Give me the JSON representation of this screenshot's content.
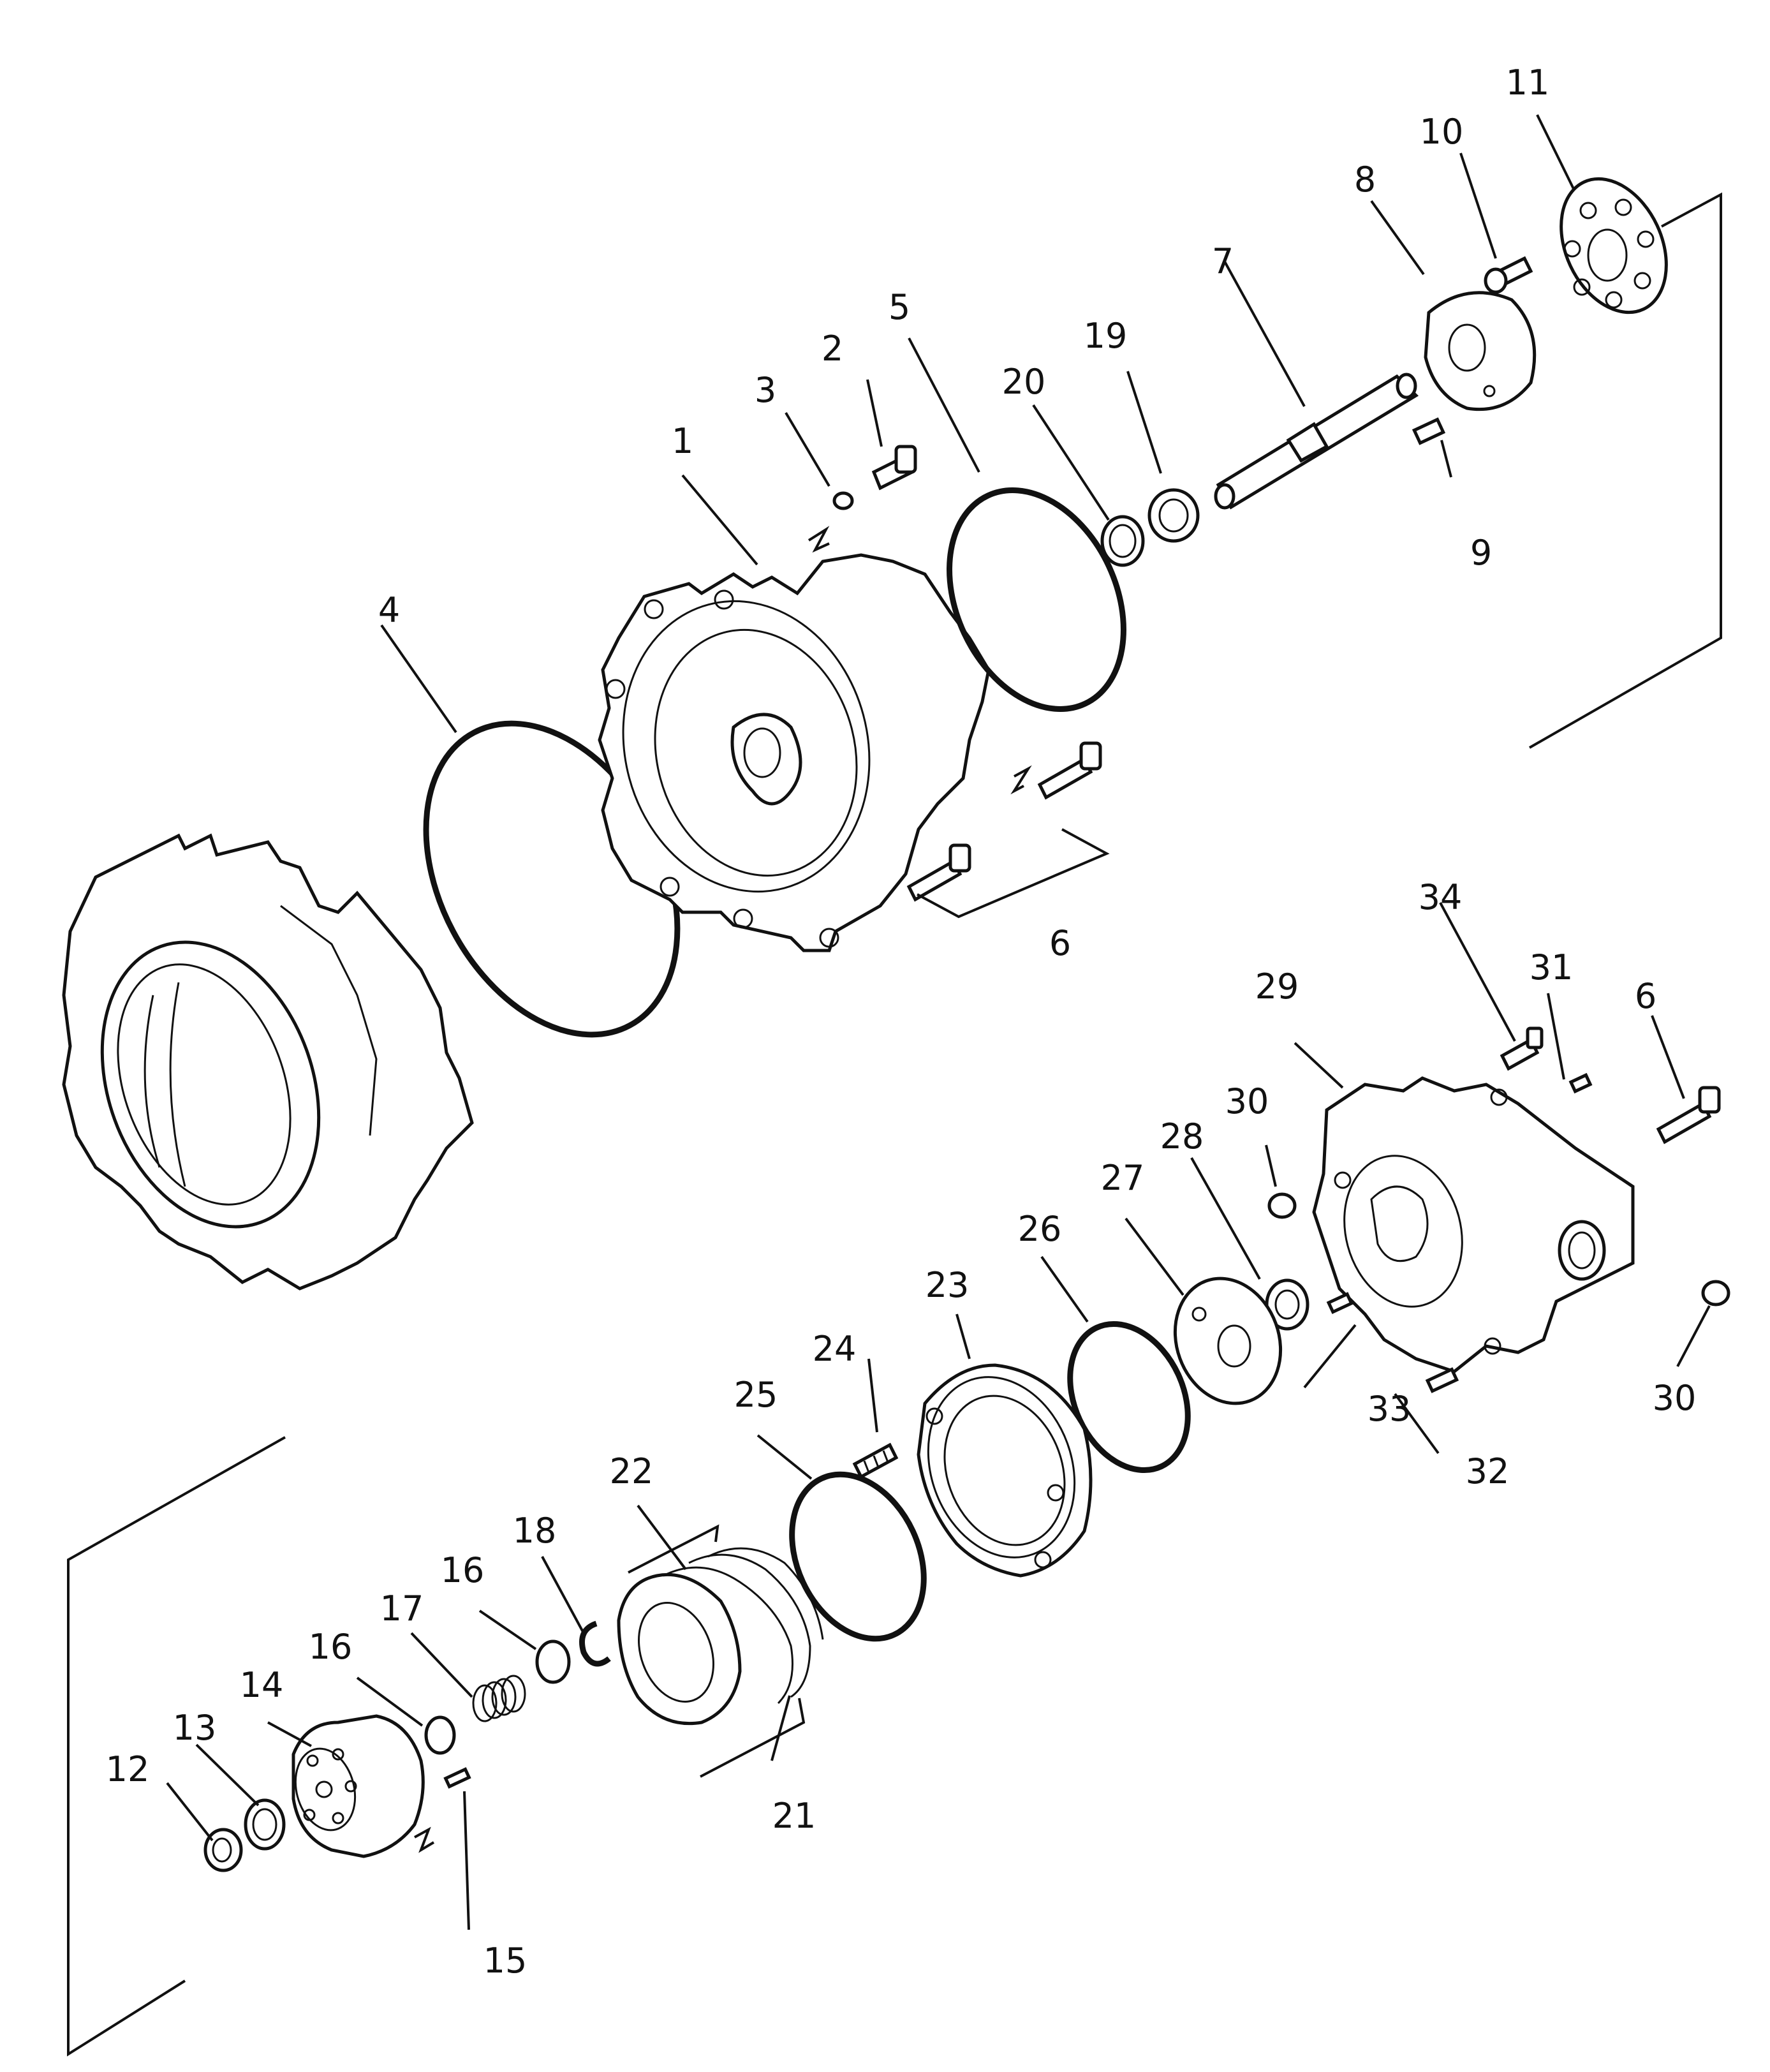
{
  "callouts": [
    {
      "id": "1",
      "label": "1"
    },
    {
      "id": "2",
      "label": "2"
    },
    {
      "id": "3",
      "label": "3"
    },
    {
      "id": "4",
      "label": "4"
    },
    {
      "id": "5",
      "label": "5"
    },
    {
      "id": "6a",
      "label": "6"
    },
    {
      "id": "6b",
      "label": "6"
    },
    {
      "id": "7",
      "label": "7"
    },
    {
      "id": "8",
      "label": "8"
    },
    {
      "id": "9",
      "label": "9"
    },
    {
      "id": "10",
      "label": "10"
    },
    {
      "id": "11",
      "label": "11"
    },
    {
      "id": "12",
      "label": "12"
    },
    {
      "id": "13",
      "label": "13"
    },
    {
      "id": "14",
      "label": "14"
    },
    {
      "id": "15",
      "label": "15"
    },
    {
      "id": "16a",
      "label": "16"
    },
    {
      "id": "16b",
      "label": "16"
    },
    {
      "id": "17",
      "label": "17"
    },
    {
      "id": "18",
      "label": "18"
    },
    {
      "id": "19",
      "label": "19"
    },
    {
      "id": "20",
      "label": "20"
    },
    {
      "id": "21",
      "label": "21"
    },
    {
      "id": "22",
      "label": "22"
    },
    {
      "id": "23",
      "label": "23"
    },
    {
      "id": "24",
      "label": "24"
    },
    {
      "id": "25",
      "label": "25"
    },
    {
      "id": "26",
      "label": "26"
    },
    {
      "id": "27",
      "label": "27"
    },
    {
      "id": "28",
      "label": "28"
    },
    {
      "id": "29",
      "label": "29"
    },
    {
      "id": "30a",
      "label": "30"
    },
    {
      "id": "30b",
      "label": "30"
    },
    {
      "id": "31",
      "label": "31"
    },
    {
      "id": "32",
      "label": "32"
    },
    {
      "id": "33",
      "label": "33"
    },
    {
      "id": "34",
      "label": "34"
    }
  ]
}
